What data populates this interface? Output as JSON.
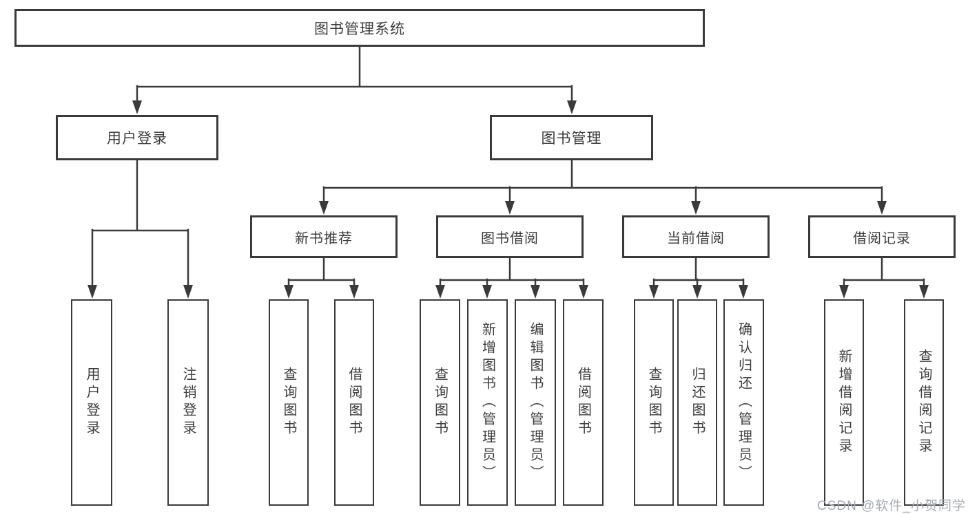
{
  "tree": {
    "label": "图书管理系统",
    "children": [
      {
        "label": "用户登录",
        "children": [
          {
            "label": "用户登录"
          },
          {
            "label": "注销登录"
          }
        ]
      },
      {
        "label": "图书管理",
        "children": [
          {
            "label": "新书推荐",
            "children": [
              {
                "label": "查询图书"
              },
              {
                "label": "借阅图书"
              }
            ]
          },
          {
            "label": "图书借阅",
            "children": [
              {
                "label": "查询图书"
              },
              {
                "label": "新增图书（管理员）"
              },
              {
                "label": "编辑图书（管理员）"
              },
              {
                "label": "借阅图书"
              }
            ]
          },
          {
            "label": "当前借阅",
            "children": [
              {
                "label": "查询图书"
              },
              {
                "label": "归还图书"
              },
              {
                "label": "确认归还（管理员）"
              }
            ]
          },
          {
            "label": "借阅记录",
            "children": [
              {
                "label": "新增借阅记录"
              },
              {
                "label": "查询借阅记录"
              }
            ]
          }
        ]
      }
    ]
  },
  "watermark": {
    "text": "CSDN @软件_小贺同学"
  },
  "colors": {
    "line": "#3a3a3a",
    "text": "#3d3d3d",
    "box_background": "#ffffff",
    "watermark": "#a6abb2"
  }
}
